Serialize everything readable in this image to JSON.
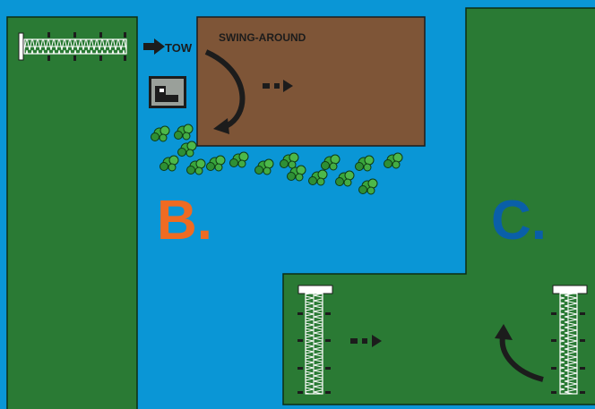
{
  "labels": {
    "tow": "TOW",
    "swing_around": "SWING-AROUND",
    "section_b": "B.",
    "section_c": "C."
  },
  "colors": {
    "water": "#0a96d6",
    "field": "#2a7a34",
    "dirt": "#7e5537",
    "section_b": "#ef6b22",
    "section_c": "#0a5fa8",
    "machine": "#ffffff",
    "arrow": "#1c1c1c",
    "bush": "#39a63c"
  },
  "icons": {
    "tow_arrow": "right-arrow-icon",
    "swing_arrow": "curved-arrow-icon",
    "dashed_arrow": "dashed-right-arrow-icon",
    "pivot_end": "pivot-end-tower-icon",
    "bush": "bush-icon",
    "machine": "irrigation-machine-icon"
  }
}
